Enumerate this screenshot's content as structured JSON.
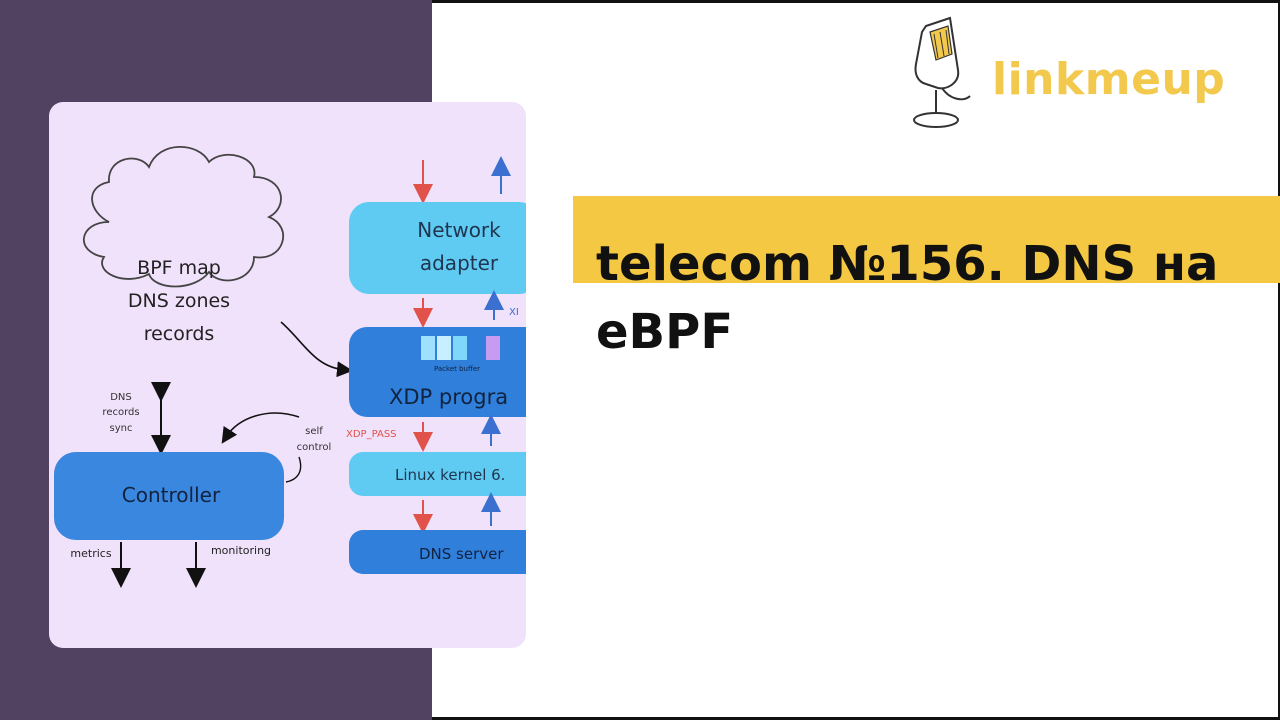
{
  "brand": {
    "logo_text": "linkmeup",
    "accent_color": "#f4c842",
    "panel_color": "#524262",
    "icon": "microphone-icon"
  },
  "episode": {
    "title": "telecom №156. DNS на eBPF"
  },
  "diagram": {
    "cloud": [
      "BPF map",
      "DNS zones",
      "records"
    ],
    "sync_label": [
      "DNS",
      "records",
      "sync"
    ],
    "self_control_label": [
      "self",
      "control"
    ],
    "controller": "Controller",
    "metrics": "metrics",
    "monitoring": "monitoring",
    "network_adapter": [
      "Network",
      "adapter"
    ],
    "packet_buffer": "Packet buffer",
    "xdp_program": "XDP progra",
    "xdp_pass": "XDP_PASS",
    "xdp_side": "XI",
    "linux_kernel": "Linux kernel 6.",
    "dns_server": "DNS server"
  }
}
